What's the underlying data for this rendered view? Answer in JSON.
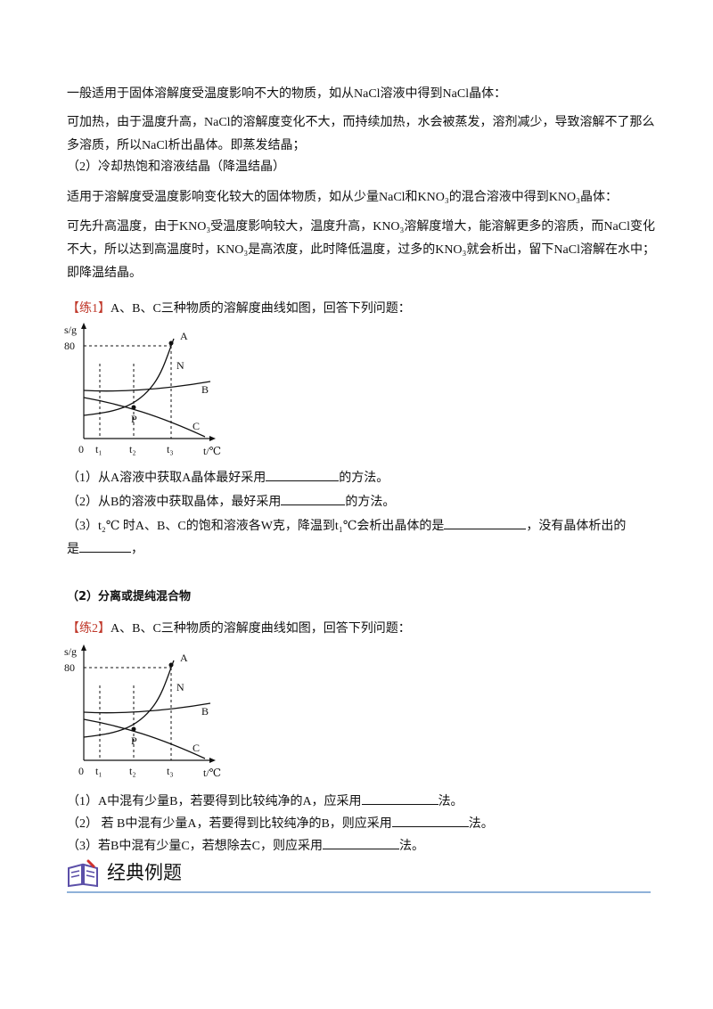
{
  "intro": {
    "p1": "一般适用于固体溶解度受温度影响不大的物质，如从NaCl溶液中得到NaCl晶体：",
    "p2": "可加热，由于温度升高，NaCl的溶解度变化不大，而持续加热，水会被蒸发，溶剂减少，导致溶解不了那么多溶质，所以NaCl析出晶体。即蒸发结晶；",
    "p3": "（2）冷却热饱和溶液结晶（降温结晶）",
    "p4": "适用于溶解度受温度影响变化较大的固体物质，如从少量NaCl和KNO₃的混合溶液中得到KNO₃晶体：",
    "p5": "可先升高温度，由于KNO₃受温度影响较大，温度升高，KNO₃溶解度增大，能溶解更多的溶质，而NaCl变化不大，所以达到高温度时，KNO₃是高浓度，此时降低温度，过多的KNO₃就会析出，留下NaCl溶解在水中；即降温结晶。"
  },
  "ex1": {
    "tag": "【练1】",
    "question": "A、B、C三种物质的溶解度曲线如图，回答下列问题：",
    "q1a": "（1）从A溶液中获取A晶体最好采用",
    "q1b": "的方法。",
    "q2a": "（2）从B的溶液中获取晶体，最好采用",
    "q2b": "的方法。",
    "q3a": "（3）t₂℃ 时A、B、C的饱和溶液各W克，降温到t₁℃会析出晶体的是",
    "q3b": "，没有晶体析出的",
    "q3c": "是",
    "q3d": "，"
  },
  "section2": {
    "title": "（2）分离或提纯混合物"
  },
  "ex2": {
    "tag": "【练2】",
    "question": "A、B、C三种物质的溶解度曲线如图，回答下列问题：",
    "q1a": "（1）A中混有少量B，若要得到比较纯净的A，应采用",
    "q1b": "法。",
    "q2a": "（2） 若 B中混有少量A，若要得到比较纯净的B，则应采用",
    "q2b": "法。",
    "q3a": "（3）若B中混有少量C，若想除去C，则应采用",
    "q3b": "法。"
  },
  "graph": {
    "y_axis_label": "s/g",
    "x_axis_label": "t/℃",
    "y_tick": "80",
    "origin": "0",
    "x_ticks": [
      "t₁",
      "t₂",
      "t₃"
    ],
    "curve_labels": {
      "A": "A",
      "B": "B",
      "C": "C",
      "N": "N",
      "P": "P"
    }
  },
  "footer": {
    "title": "经典例题",
    "icon": "book-icon"
  }
}
